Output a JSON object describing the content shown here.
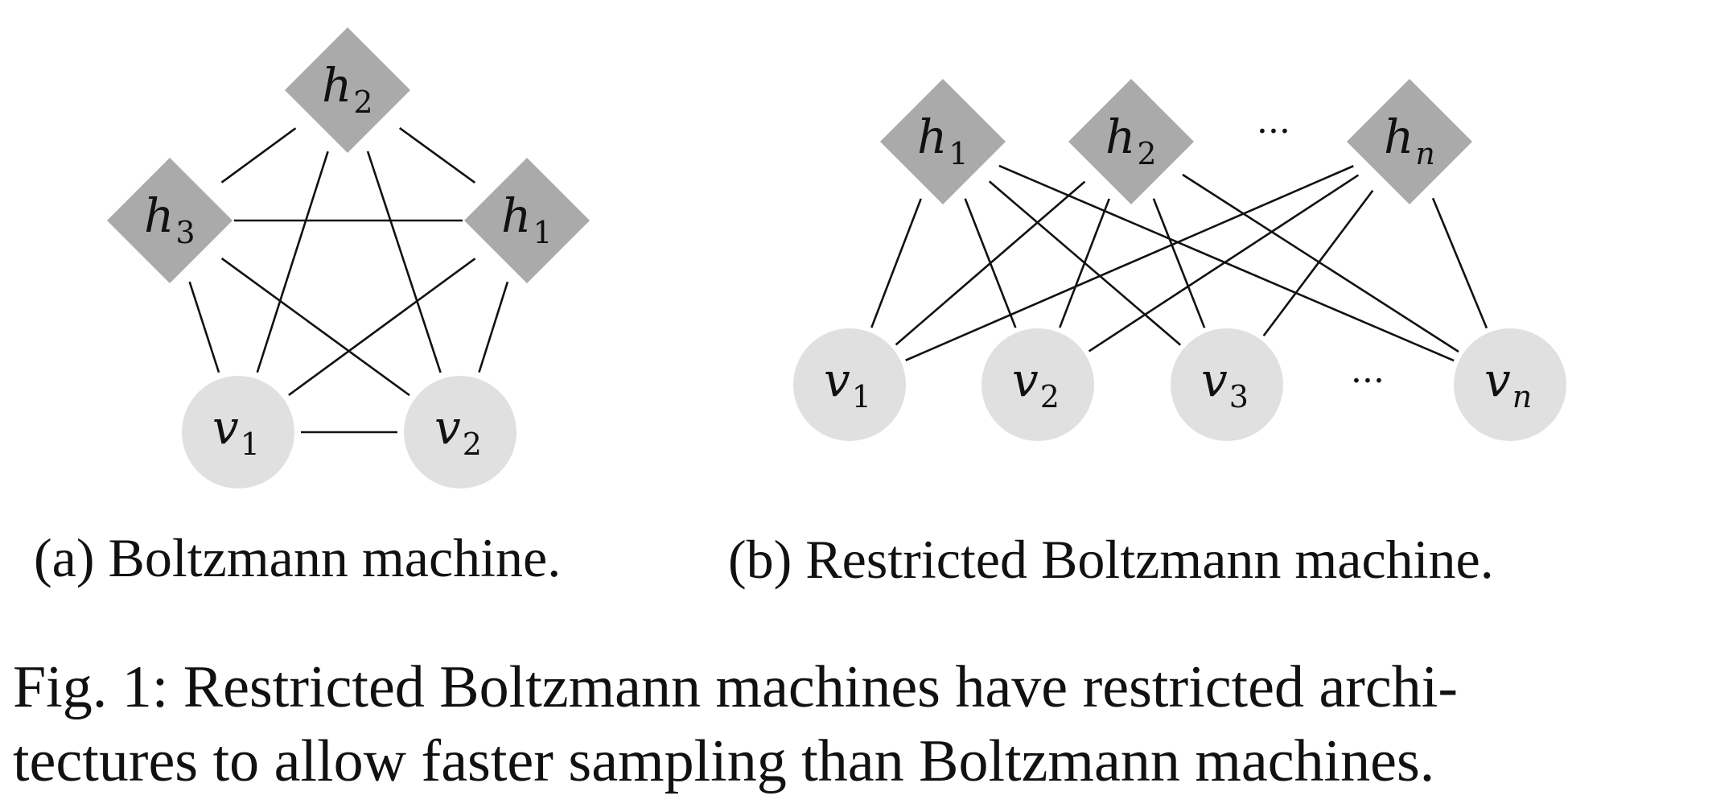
{
  "panel_a": {
    "caption": "(a) Boltzmann machine.",
    "nodes": [
      {
        "id": "h2",
        "letter": "h",
        "sub": "2",
        "kind": "hidden"
      },
      {
        "id": "h3",
        "letter": "h",
        "sub": "3",
        "kind": "hidden"
      },
      {
        "id": "h1",
        "letter": "h",
        "sub": "1",
        "kind": "hidden"
      },
      {
        "id": "v1",
        "letter": "v",
        "sub": "1",
        "kind": "visible"
      },
      {
        "id": "v2",
        "letter": "v",
        "sub": "2",
        "kind": "visible"
      }
    ],
    "edges": [
      [
        "h2",
        "h3"
      ],
      [
        "h2",
        "h1"
      ],
      [
        "h2",
        "v1"
      ],
      [
        "h2",
        "v2"
      ],
      [
        "h3",
        "h1"
      ],
      [
        "h3",
        "v1"
      ],
      [
        "h3",
        "v2"
      ],
      [
        "h1",
        "v1"
      ],
      [
        "h1",
        "v2"
      ],
      [
        "v1",
        "v2"
      ]
    ]
  },
  "panel_b": {
    "caption": "(b) Restricted Boltzmann machine.",
    "ellipsis": "···",
    "hidden_nodes": [
      {
        "id": "h1",
        "letter": "h",
        "sub": "1"
      },
      {
        "id": "h2",
        "letter": "h",
        "sub": "2"
      },
      {
        "id": "hn",
        "letter": "h",
        "sub": "n"
      }
    ],
    "visible_nodes": [
      {
        "id": "v1",
        "letter": "v",
        "sub": "1"
      },
      {
        "id": "v2",
        "letter": "v",
        "sub": "2"
      },
      {
        "id": "v3",
        "letter": "v",
        "sub": "3"
      },
      {
        "id": "vn",
        "letter": "v",
        "sub": "n"
      }
    ],
    "edges": [
      [
        "h1",
        "v1"
      ],
      [
        "h1",
        "v2"
      ],
      [
        "h1",
        "v3"
      ],
      [
        "h1",
        "vn"
      ],
      [
        "h2",
        "v1"
      ],
      [
        "h2",
        "v2"
      ],
      [
        "h2",
        "v3"
      ],
      [
        "h2",
        "vn"
      ],
      [
        "hn",
        "v1"
      ],
      [
        "hn",
        "v2"
      ],
      [
        "hn",
        "v3"
      ],
      [
        "hn",
        "vn"
      ]
    ]
  },
  "figure_caption": {
    "line1": "Fig. 1: Restricted Boltzmann machines have restricted archi-",
    "line2": "tectures to allow faster sampling than Boltzmann machines."
  }
}
